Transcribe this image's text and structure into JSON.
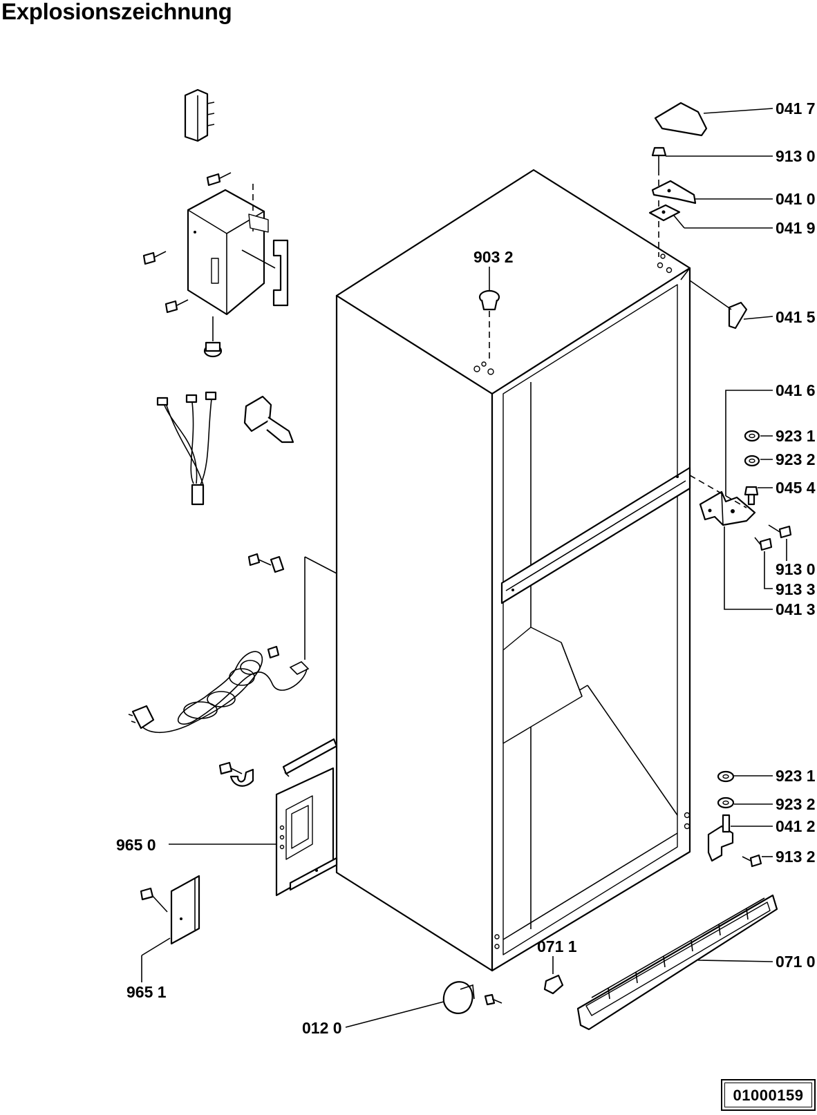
{
  "title": "Explosionszeichnung",
  "drawing_number": "01000159",
  "parts": [
    {
      "id": "0417",
      "label": "041 7"
    },
    {
      "id": "9130-top",
      "label": "913 0"
    },
    {
      "id": "0410",
      "label": "041 0"
    },
    {
      "id": "0419",
      "label": "041 9"
    },
    {
      "id": "0415",
      "label": "041 5"
    },
    {
      "id": "9032",
      "label": "903 2"
    },
    {
      "id": "0416",
      "label": "041 6"
    },
    {
      "id": "9231-top",
      "label": "923 1"
    },
    {
      "id": "9232-top",
      "label": "923 2"
    },
    {
      "id": "0454",
      "label": "045 4"
    },
    {
      "id": "9130-mid",
      "label": "913 0"
    },
    {
      "id": "9133",
      "label": "913 3"
    },
    {
      "id": "0413",
      "label": "041 3"
    },
    {
      "id": "9231-bottom",
      "label": "923 1"
    },
    {
      "id": "9232-bottom",
      "label": "923 2"
    },
    {
      "id": "0412",
      "label": "041 2"
    },
    {
      "id": "9132",
      "label": "913 2"
    },
    {
      "id": "9650",
      "label": "965 0"
    },
    {
      "id": "9651",
      "label": "965 1"
    },
    {
      "id": "0711",
      "label": "071 1"
    },
    {
      "id": "0710",
      "label": "071 0"
    },
    {
      "id": "0120",
      "label": "012 0"
    }
  ]
}
